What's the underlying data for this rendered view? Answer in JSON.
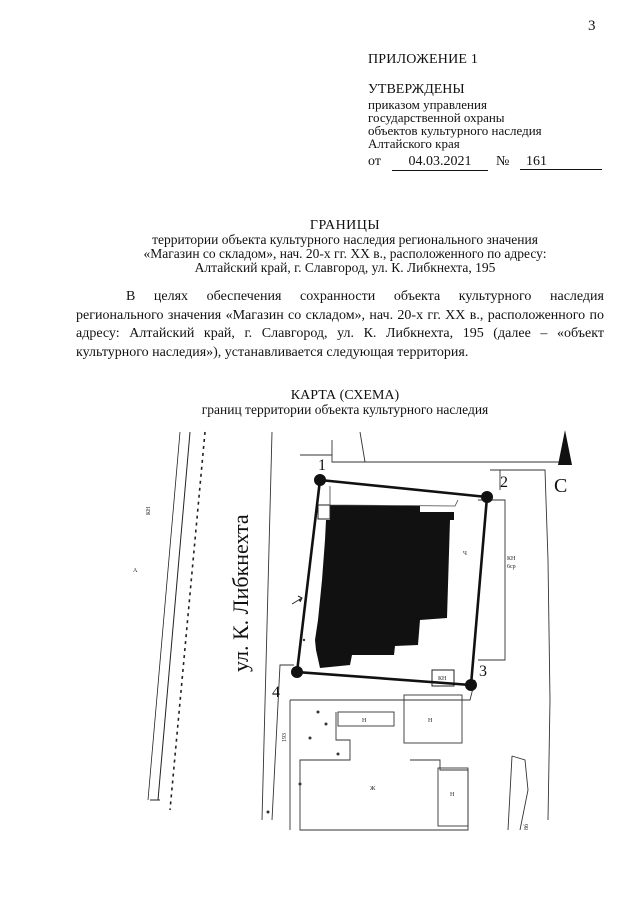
{
  "page_number": "3",
  "appendix": {
    "title": "ПРИЛОЖЕНИЕ 1",
    "approved": "УТВЕРЖДЕНЫ",
    "lines": [
      "приказом управления",
      "государственной охраны",
      "объектов культурного наследия",
      "Алтайского края"
    ],
    "from_label": "от",
    "date": "04.03.2021",
    "number_label": "№",
    "number": "161"
  },
  "heading": {
    "title": "ГРАНИЦЫ",
    "lines": [
      "территории объекта культурного наследия регионального значения",
      "«Магазин со складом», нач. 20-х гг. XX в., расположенного по адресу:",
      "Алтайский край, г. Славгород, ул. К. Либкнехта, 195"
    ]
  },
  "paragraph": "В целях обеспечения сохранности объекта культурного наследия регионального значения «Магазин со складом», нач. 20-х гг. XX в., расположенного по адресу: Алтайский край, г. Славгород, ул. К. Либкнехта, 195 (далее – «объект культурного наследия»), устанавливается следующая территория.",
  "map": {
    "title": "КАРТА (СХЕМА)",
    "subtitle": "границ территории объекта культурного наследия",
    "street_label": "ул. К. Либкнехта",
    "north_label": "С",
    "points": [
      "1",
      "2",
      "3",
      "4"
    ],
    "small_labels": {
      "kn_left": "КН",
      "kn_right": "КН",
      "kn_right_sub": "6ср",
      "kn_bottom": "КН",
      "h1": "Н",
      "h2": "Н",
      "h3": "Н",
      "zh": "Ж",
      "a": "А",
      "ch": "Ч",
      "num_left": "193",
      "num_right": "8б"
    }
  }
}
